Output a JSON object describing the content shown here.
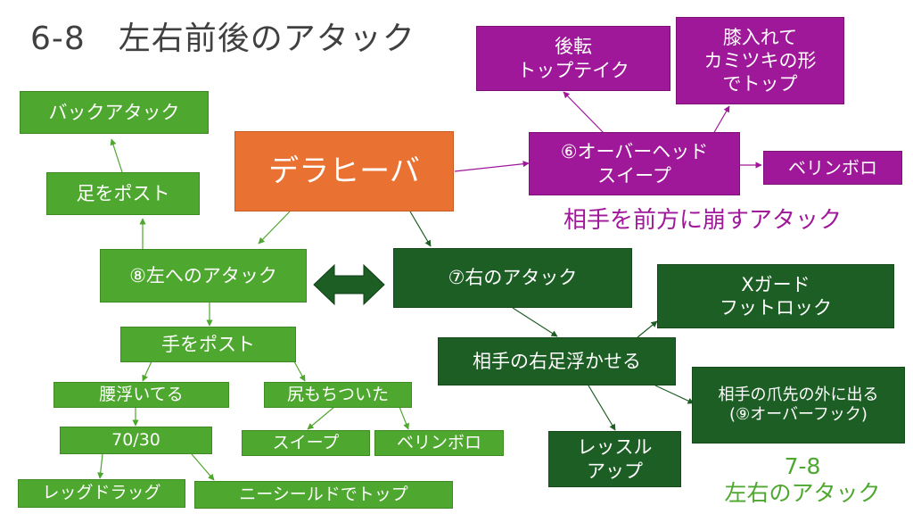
{
  "title": "6-8　左右前後のアタック",
  "nodes": {
    "dela_hiva": "デラヒーバ",
    "back_attack": "バックアタック",
    "foot_post": "足をポスト",
    "left_attack": "⑧左へのアタック",
    "hand_post": "手をポスト",
    "hip_lift": "腰浮いてる",
    "butt_down": "尻もちついた",
    "ratio": "70/30",
    "sweep": "スイープ",
    "berimbolo_left": "ベリンボロ",
    "leg_drag": "レッグドラッグ",
    "knee_shield": "ニーシールドでトップ",
    "right_attack": "⑦右のアタック",
    "lift_leg": "相手の右足浮かせる",
    "x_guard": "Xガード\nフットロック",
    "toe_outside": "相手の爪先の外に出る\n(⑨オーバーフック)",
    "stand_up": "レッスル\nアップ",
    "overhead": "⑥オーバーヘッド\nスイープ",
    "back_roll": "後転\nトップテイク",
    "knee_in": "膝入れて\nカミツキの形\nでトップ",
    "berimbolo_right": "ベリンボロ"
  },
  "captions": {
    "front": "相手を前方に崩すアタック",
    "ref": "7-8\n左右のアタック"
  },
  "colors": {
    "light_green": "#4ea72e",
    "dark_green": "#1d5e25",
    "purple": "#a0189a",
    "orange": "#e97132",
    "title_gray": "#404040"
  }
}
